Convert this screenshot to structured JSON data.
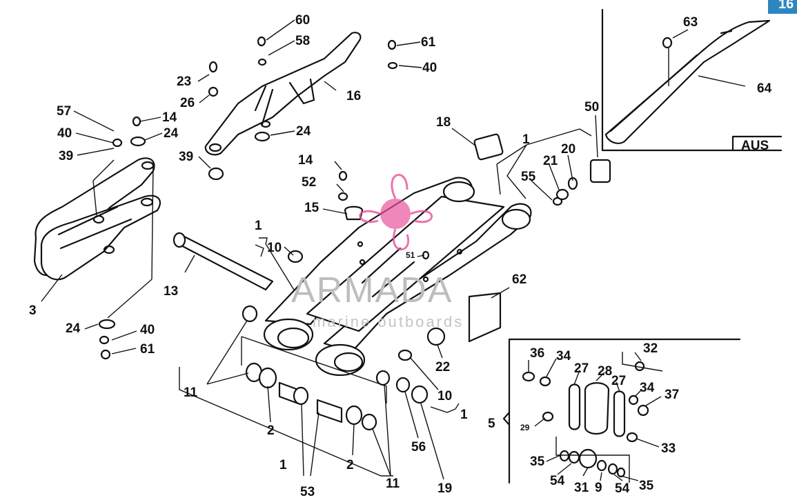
{
  "page_tab": "16",
  "watermark": {
    "brand": "ARMADA",
    "tagline": "marine outboards",
    "logo_color": "#e84f9a"
  },
  "inset_label": "AUS",
  "callouts": {
    "c60": "60",
    "c58": "58",
    "c61a": "61",
    "c40a": "40",
    "c23": "23",
    "c26": "26",
    "c16": "16",
    "c24a": "24",
    "c39a": "39",
    "c57": "57",
    "c14a": "14",
    "c40b": "40",
    "c24b": "24",
    "c39b": "39",
    "c63": "63",
    "c64": "64",
    "c18": "18",
    "c50": "50",
    "c1a": "1",
    "c20": "20",
    "c21": "21",
    "c55": "55",
    "c14b": "14",
    "c52": "52",
    "c15": "15",
    "c1b": "1",
    "c10a": "10",
    "c51": "51",
    "c13": "13",
    "c3": "3",
    "c62": "62",
    "c24c": "24",
    "c40c": "40",
    "c61b": "61",
    "c22": "22",
    "c10b": "10",
    "c1c": "1",
    "c11a": "11",
    "c2a": "2",
    "c56": "56",
    "c2b": "2",
    "c1d": "1",
    "c11b": "11",
    "c53": "53",
    "c19": "19",
    "c36": "36",
    "c34a": "34",
    "c27a": "27",
    "c28": "28",
    "c32": "32",
    "c27b": "27",
    "c34b": "34",
    "c37": "37",
    "c5": "5",
    "c29": "29",
    "c33": "33",
    "c35a": "35",
    "c54a": "54",
    "c31": "31",
    "c9": "9",
    "c54b": "54",
    "c35b": "35"
  }
}
